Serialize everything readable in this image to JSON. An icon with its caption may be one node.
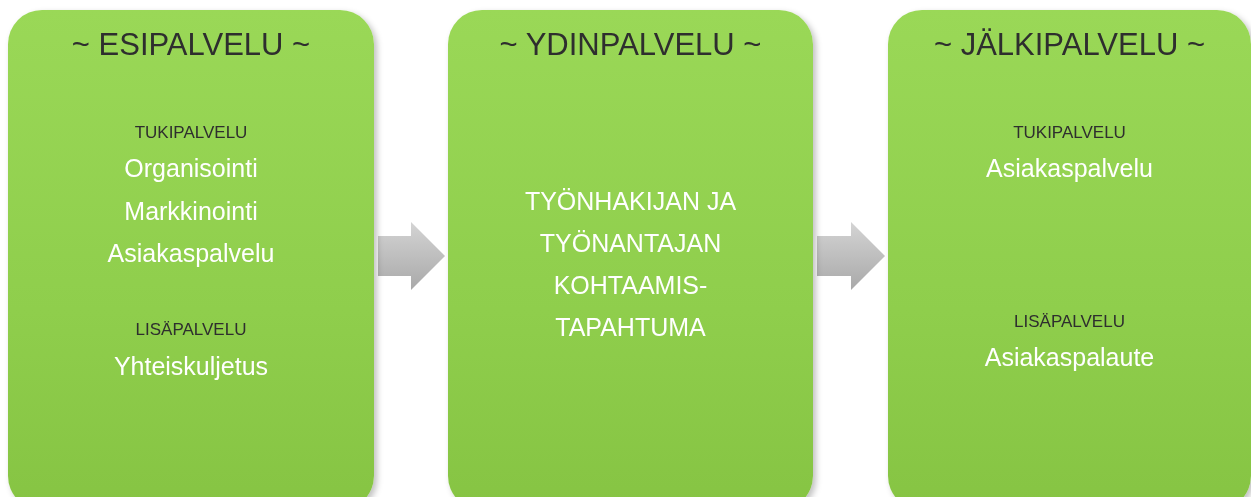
{
  "diagram": {
    "nodes": [
      {
        "text": [
          "~ ESIPALVELU ~",
          "TUKIPALVELU",
          "Organisointi",
          "Markkinointi",
          "Asiakaspalvelu",
          "LISÄPALVELU",
          "Yhteiskuljetus"
        ]
      },
      {
        "text": [
          "~ YDINPALVELU ~",
          "TYÖNHAKIJAN JA TYÖNANTAJAN KOHTAAMIS- TAPAHTUMA"
        ]
      },
      {
        "text": [
          "~ JÄLKIPALVELU ~",
          "TUKIPALVELU",
          "Asiakaspalvelu",
          "LISÄPALVELU",
          "Asiakaspalaute"
        ]
      }
    ],
    "edges": [
      {
        "from": 0,
        "to": 1,
        "arrow": "to"
      },
      {
        "from": 1,
        "to": 2,
        "arrow": "to"
      }
    ]
  }
}
